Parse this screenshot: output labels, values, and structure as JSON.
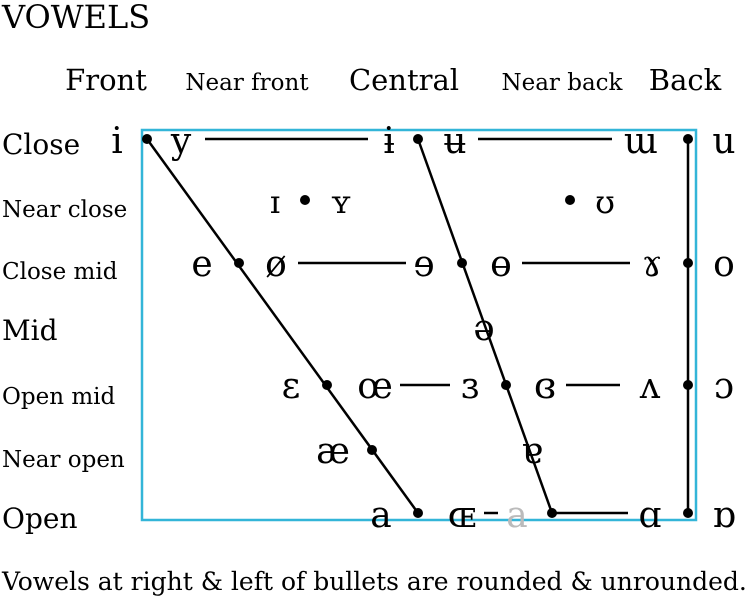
{
  "title": "VOWELS",
  "columns": {
    "front": "Front",
    "near_front": "Near front",
    "central": "Central",
    "near_back": "Near back",
    "back": "Back"
  },
  "rows": {
    "close": "Close",
    "near_close": "Near close",
    "close_mid": "Close mid",
    "mid": "Mid",
    "open_mid": "Open mid",
    "near_open": "Near open",
    "open": "Open"
  },
  "vowels": {
    "close_front_unrounded": "i",
    "close_front_rounded": "y",
    "close_central_unrounded": "ɨ",
    "close_central_rounded": "ʉ",
    "close_back_unrounded": "ɯ",
    "close_back_rounded": "u",
    "near_close_front_unrounded": "ɪ",
    "near_close_front_rounded": "ʏ",
    "near_close_back_rounded": "ʊ",
    "close_mid_front_unrounded": "e",
    "close_mid_front_rounded": "ø",
    "close_mid_central_unrounded": "ɘ",
    "close_mid_central_rounded": "ɵ",
    "close_mid_back_unrounded": "ɤ",
    "close_mid_back_rounded": "o",
    "mid_central": "ə",
    "open_mid_front_unrounded": "ɛ",
    "open_mid_front_rounded": "œ",
    "open_mid_central_unrounded": "ɜ",
    "open_mid_central_rounded": "ɞ",
    "open_mid_back_unrounded": "ʌ",
    "open_mid_back_rounded": "ɔ",
    "near_open_front": "æ",
    "near_open_central": "ɐ",
    "open_front_unrounded": "a",
    "open_front_rounded": "ɶ",
    "open_central": "a",
    "open_back_unrounded": "ɑ",
    "open_back_rounded": "ɒ"
  },
  "caption": "Vowels at right & left of bullets are rounded & unrounded.",
  "colors": {
    "ink": "#000000",
    "frame": "#33b5d8",
    "faded": "#bbbbbb"
  }
}
